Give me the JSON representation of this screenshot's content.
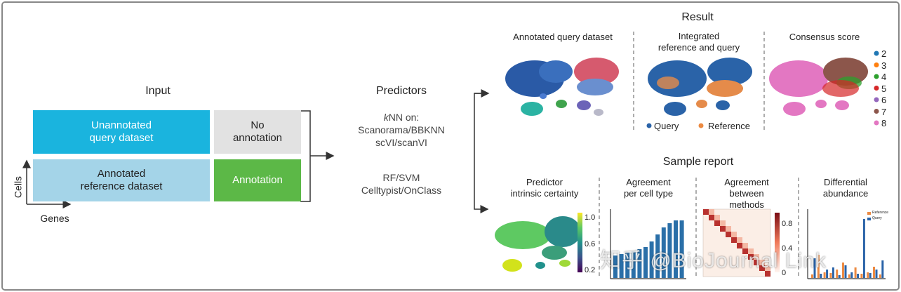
{
  "colors": {
    "query_box": "#1ab4de",
    "reference_box": "#a4d4e8",
    "no_annotation_box": "#e2e2e2",
    "annotation_box": "#5cb847",
    "query_dot": "#2a63a8",
    "reference_dot": "#ec8a42"
  },
  "input": {
    "title": "Input",
    "query_box": "Unannotated\nquery dataset",
    "reference_box": "Annotated\nreference dataset",
    "no_annotation": "No\nannotation",
    "annotation": "Annotation",
    "y_axis": "Cells",
    "x_axis": "Genes"
  },
  "predictors": {
    "title": "Predictors",
    "group1_line1": "NN on:",
    "group1_line1_italic": "k",
    "group1_line2": "Scanorama/BBKNN",
    "group1_line3": "scVI/scanVI",
    "group2_line1": "RF/SVM",
    "group2_line2": "Celltypist/OnClass"
  },
  "result": {
    "title": "Result",
    "panel1_title": "Annotated query dataset",
    "panel2_title": "Integrated\nreference and query",
    "panel3_title": "Consensus score",
    "legend_query": "Query",
    "legend_reference": "Reference",
    "consensus_legend": [
      "2",
      "3",
      "4",
      "5",
      "6",
      "7",
      "8"
    ],
    "consensus_colors": [
      "#1f77b4",
      "#ff7f0e",
      "#2ca02c",
      "#d62728",
      "#9467bd",
      "#8c564b",
      "#e377c2"
    ]
  },
  "report": {
    "title": "Sample report",
    "panel1_title": "Predictor\nintrinsic certainty",
    "panel2_title": "Agreement\nper cell type",
    "panel3_title": "Agreement\nbetween\nmethods",
    "panel4_title": "Differential\nabundance",
    "certainty_ticks": [
      "1.0",
      "0.6",
      "0.2"
    ],
    "methods_ticks": [
      "0.8",
      "0.4",
      "0"
    ],
    "abundance_legend": [
      "Reference",
      "Query"
    ]
  },
  "watermark": "知乎 @BioJournal Link",
  "chart_data": [
    {
      "type": "bar",
      "title": "Agreement per cell type",
      "values": [
        0.32,
        0.34,
        0.37,
        0.38,
        0.41,
        0.44,
        0.52,
        0.62,
        0.72,
        0.78,
        0.82,
        0.82
      ]
    },
    {
      "type": "bar",
      "title": "Differential abundance",
      "series": [
        {
          "name": "Reference",
          "values": [
            0.05,
            0.33,
            0.08,
            0.07,
            0.12,
            0.22,
            0.05,
            0.15,
            0.06,
            0.08,
            0.16,
            0.05
          ]
        },
        {
          "name": "Query",
          "values": [
            0.28,
            0.06,
            0.12,
            0.15,
            0.04,
            0.18,
            0.08,
            0.06,
            0.84,
            0.07,
            0.12,
            0.25
          ]
        }
      ]
    }
  ]
}
